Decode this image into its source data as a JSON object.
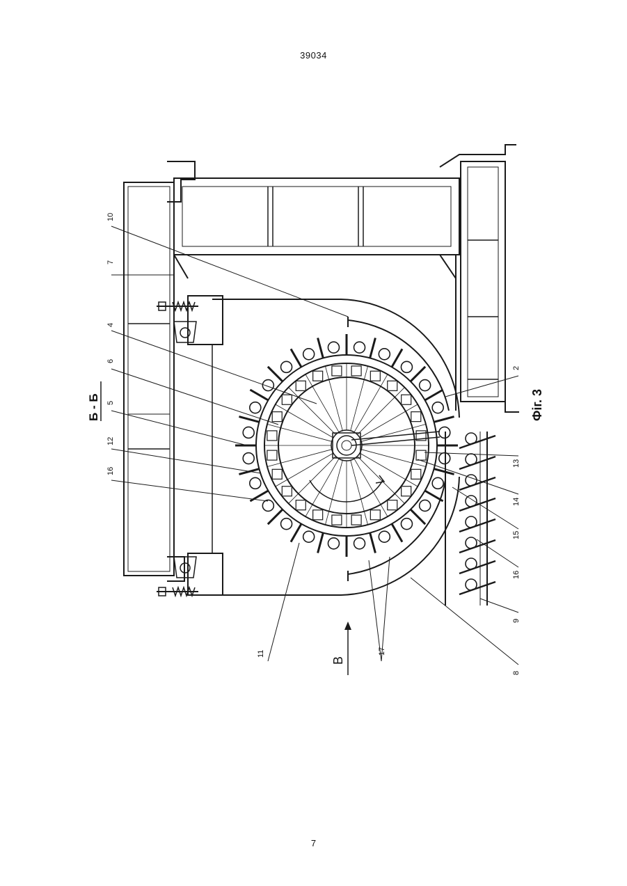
{
  "header": {
    "document_number": "39034"
  },
  "footer": {
    "page_number": "7"
  },
  "figure": {
    "section_label": "Б - Б",
    "caption": "Фіг. 3",
    "view_label": "В",
    "callouts": [
      "10",
      "7",
      "4",
      "6",
      "5",
      "12",
      "16",
      "11",
      "17",
      "2",
      "13",
      "14",
      "15",
      "16",
      "9",
      "8"
    ]
  }
}
